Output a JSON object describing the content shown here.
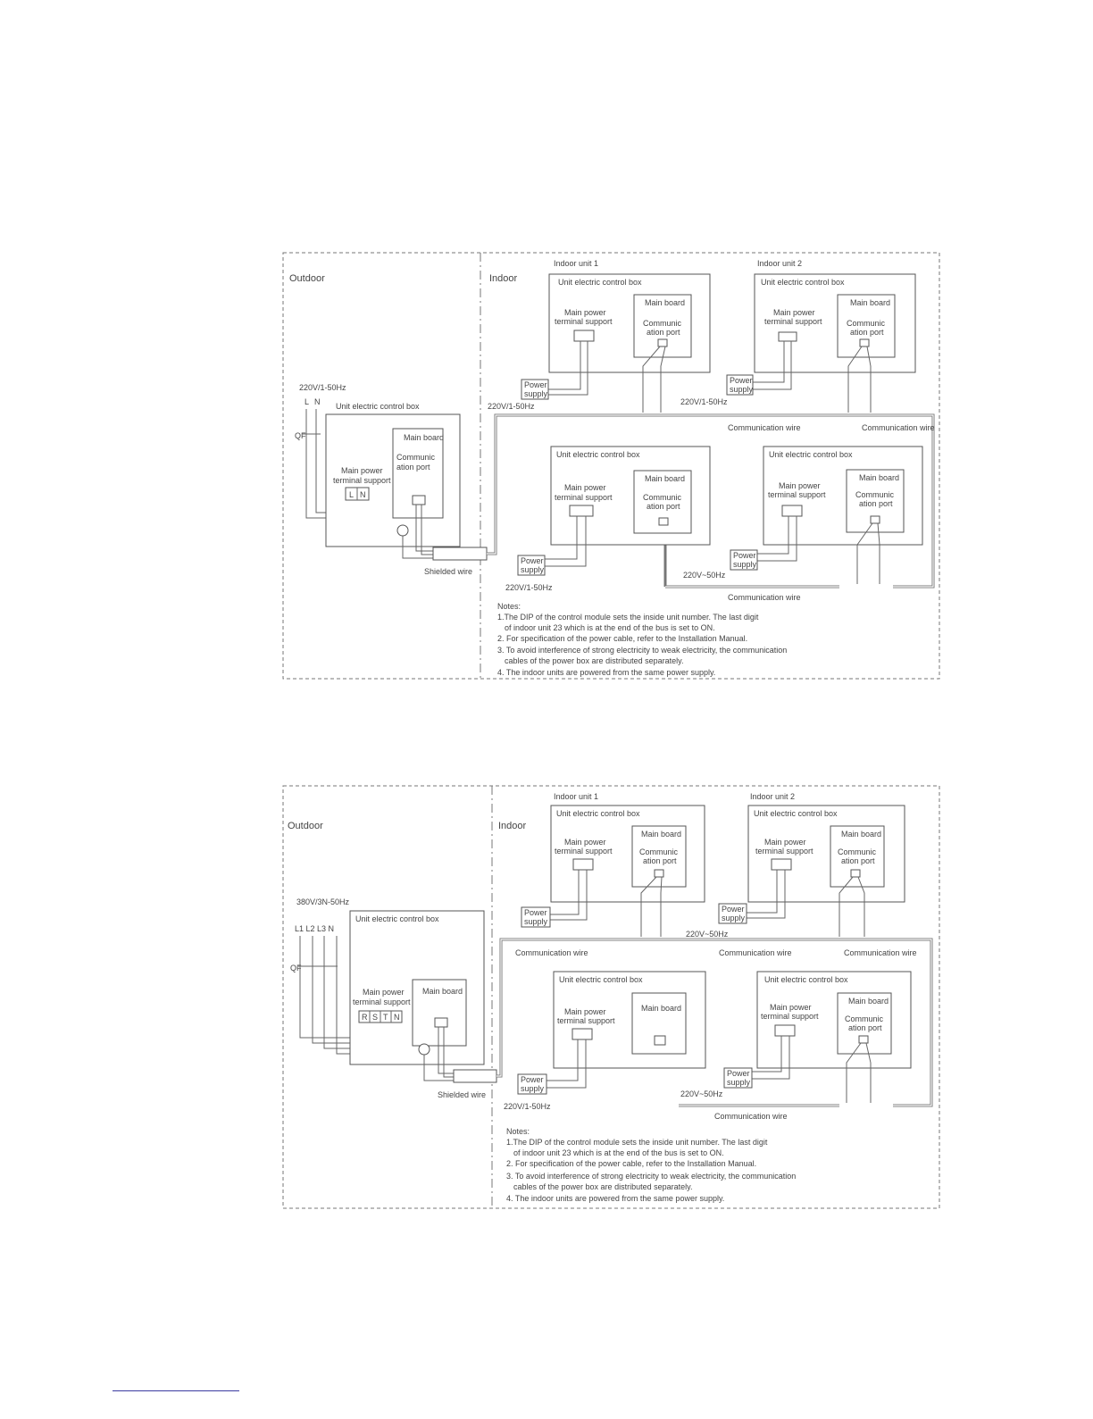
{
  "diagram1": {
    "outdoor": "Outdoor",
    "indoor": "Indoor",
    "supply": "220V/1-50Hz",
    "line_l": "L",
    "line_n": "N",
    "qf": "QF",
    "outdoor_box": "Unit electric control box",
    "main_power": "Main power",
    "terminal_support": "terminal support",
    "terminal_l": "L",
    "terminal_n": "N",
    "main_board": "Main board",
    "communication_1": "Communic",
    "communication_2": "ation port",
    "shielded_wire": "Shielded wire",
    "indoor_unit_1": "Indoor unit 1",
    "indoor_unit_2": "Indoor unit 2",
    "unit_box": "Unit electric control box",
    "power_supply_1": "Power",
    "power_supply_2": "supply",
    "voltage": "220V/1-50Hz",
    "voltage_alt": "220V~50Hz",
    "comm_wire": "Communication wire",
    "notes_title": "Notes:",
    "notes": [
      "1.The DIP of the control module sets the inside unit number. The last digit",
      "of indoor unit 23 which is at the end of the bus is set to ON.",
      "2. For specification of the power cable, refer to the Installation Manual.",
      "3. To avoid interference of strong electricity to weak electricity, the communication",
      "cables of the power box are distributed separately.",
      "4. The indoor units are powered from the same power supply."
    ]
  },
  "diagram2": {
    "outdoor": "Outdoor",
    "indoor": "Indoor",
    "supply": "380V/3N-50Hz",
    "lines": "L1 L2 L3 N",
    "qf": "QF",
    "outdoor_box": "Unit electric control box",
    "main_power": "Main power",
    "terminal_support": "terminal support",
    "terminals": [
      "R",
      "S",
      "T",
      "N"
    ],
    "main_board": "Main board",
    "shielded_wire": "Shielded wire",
    "indoor_unit_1": "Indoor unit 1",
    "indoor_unit_2": "Indoor unit 2",
    "unit_box": "Unit electric control box",
    "communication_1": "Communic",
    "communication_2": "ation port",
    "power_supply_1": "Power",
    "power_supply_2": "supply",
    "voltage": "220V/1-50Hz",
    "voltage_alt": "220V~50Hz",
    "comm_wire": "Communication wire",
    "notes_title": "Notes:",
    "notes": [
      "1.The DIP of the control module sets the inside unit number. The last digit",
      "of indoor unit 23 which is at the end of the bus is set to ON.",
      "2. For specification of the power cable, refer to the Installation Manual.",
      "3. To avoid interference of strong electricity to weak electricity, the communication",
      "cables of the power box are distributed separately.",
      "4. The indoor units are powered from the same power supply."
    ]
  }
}
